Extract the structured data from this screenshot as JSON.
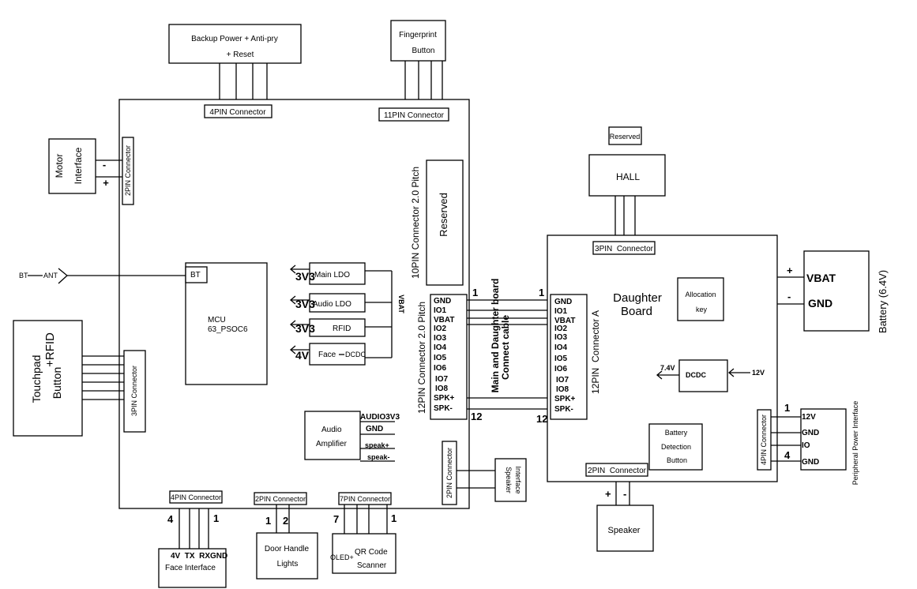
{
  "main_board": {
    "connector_4pin_top": "4PIN Connector",
    "connector_11pin_top": "11PIN Connector",
    "connector_2pin_left": "2PIN Connector",
    "connector_3pin_left": "3PIN Connector",
    "reserved_10pin_label": "10PIN Connector 2.0 Pitch",
    "reserved_10pin_text": "Reserved",
    "connector_12pin_label": "12PIN Connector 2.0 Pitch",
    "pins_12": [
      "GND",
      "IO1",
      "VBAT",
      "IO2",
      "IO3",
      "IO4",
      "IO5",
      "IO6",
      "IO7",
      "IO8",
      "SPK+",
      "SPK-"
    ],
    "pin_first": "1",
    "pin_last": "12",
    "connector_2pin_right": "2PIN Connector",
    "connector_4pin_bottom": "4PIN Connector",
    "connector_2pin_bottom": "2PIN Connector",
    "connector_7pin_bottom": "7PIN Connector"
  },
  "mcu": {
    "bt": "BT",
    "label": "MCU",
    "model": "63_PSOC6"
  },
  "ldo": {
    "rail_3v3_a": "3V3",
    "main_ldo": "Main LDO",
    "rail_3v3_b": "3V3",
    "audio_ldo": "Audio LDO",
    "rail_3v3_c": "3V3",
    "rfid": "RFID",
    "rail_4v": "4V",
    "face": "Face",
    "dcdc": "DCDC",
    "vbat": "VBAT"
  },
  "audio_amp": {
    "line1": "Audio",
    "line2": "Amplifier",
    "pins": [
      "AUDIO3V3",
      "GND",
      "speak+",
      "speak-"
    ]
  },
  "external": {
    "backup_line1": "Backup Power + Anti-pry",
    "backup_line2": "+ Reset",
    "fingerprint_line1": "Fingerprint",
    "fingerprint_line2": "Button",
    "motor_line1": "Motor",
    "motor_line2": "Interface",
    "motor_minus": "-",
    "motor_plus": "+",
    "bt_left": "BT",
    "ant": "ANT",
    "touchpad_line1": "Touchpad",
    "touchpad_line2": "+RFID",
    "touchpad_line3": "Button",
    "face_pins": "4V  TX  RXGND",
    "face_label": "Face Interface",
    "face_pin_left": "4",
    "face_pin_right": "1",
    "door_line1": "Door Handle",
    "door_line2": "Lights",
    "door_pin_left": "1",
    "door_pin_right": "2",
    "qr_pin_left": "7",
    "qr_pin_right": "1",
    "qr_oled": "OLED+",
    "qr_line1": "QR Code",
    "qr_line2": "Scanner",
    "speaker_iface_line1": "Speaker",
    "speaker_iface_line2": "Interface"
  },
  "cable": {
    "line1": "Main and Daughter board",
    "line2": "Connect cable"
  },
  "daughter": {
    "title_line1": "Daughter",
    "title_line2": "Board",
    "connector_3pin": "3PIN  Connector",
    "connector_12pin": "12PIN  Connector A",
    "pins_12": [
      "GND",
      "IO1",
      "VBAT",
      "IO2",
      "IO3",
      "IO4",
      "IO5",
      "IO6",
      "IO7",
      "IO8",
      "SPK+",
      "SPK-"
    ],
    "pin_first": "1",
    "pin_last": "12",
    "allocation_line1": "Allocation",
    "allocation_line2": "key",
    "dcdc": "DCDC",
    "v_in": "12V",
    "v_out": "7.4V",
    "batt_det_line1": "Battery",
    "batt_det_line2": "Detection",
    "batt_det_line3": "Button",
    "connector_2pin": "2PIN  Connector",
    "connector_4pin": "4PIN Connector",
    "periph_pin_first": "1",
    "periph_pin_last": "4",
    "periph_pins": [
      "12V",
      "GND",
      "IO",
      "GND"
    ],
    "periph_label": "Peripheral Power Interface",
    "speaker_plus": "+",
    "speaker_minus": "-",
    "speaker": "Speaker"
  },
  "top_right": {
    "reserved": "Reserved",
    "hall": "HALL",
    "vbat_plus": "+",
    "vbat": "VBAT",
    "gnd_minus": "-",
    "gnd": "GND",
    "battery": "Battery (6.4V)"
  }
}
